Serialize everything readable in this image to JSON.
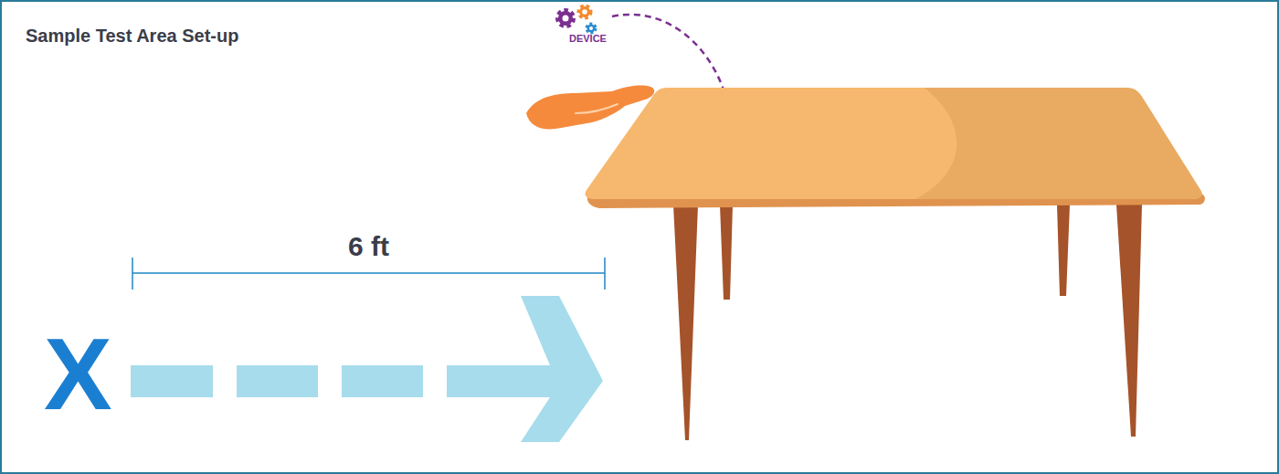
{
  "diagram": {
    "title": "Sample Test Area Set-up",
    "labels": [
      "DEVICE",
      "6 ft",
      "X"
    ]
  }
}
